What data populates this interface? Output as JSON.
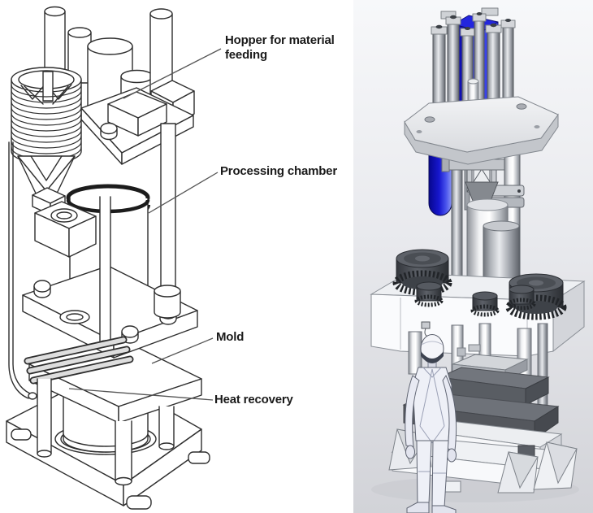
{
  "figure": {
    "labels": {
      "hopper": "Hopper for material feeding",
      "processing_chamber": "Processing chamber",
      "mold": "Mold",
      "heat_recovery": "Heat recovery"
    },
    "colors": {
      "line_art_stroke": "#2e2e2e",
      "label_text": "#1a1a1a",
      "accent_blue": "#1b1bd6",
      "render_background_top": "#f7f8fa",
      "render_background_bottom": "#d2d3d8"
    }
  }
}
